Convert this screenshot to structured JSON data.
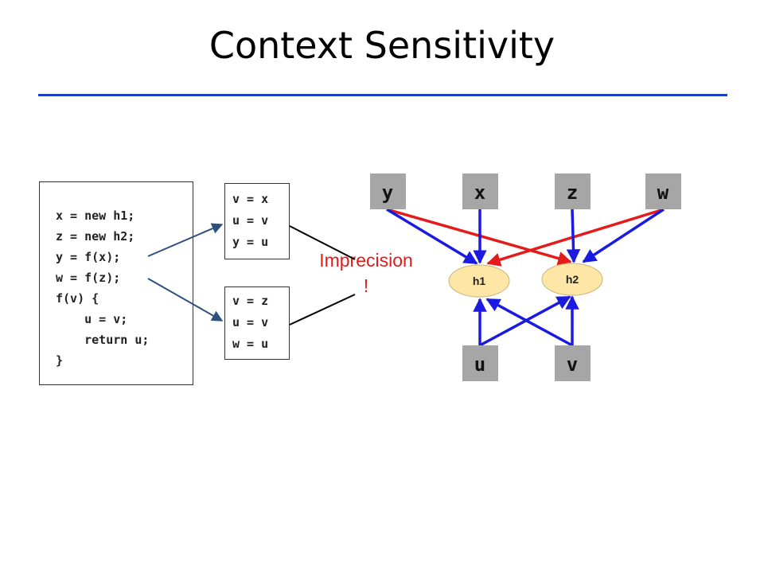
{
  "title": "Context Sensitivity",
  "colors": {
    "title_rule": "#1f3fbf",
    "red_edge": "#e31b1b",
    "blue_edge": "#1a1ae0",
    "arrow": "#2f4f7f",
    "node_fill": "#a6a6a6",
    "heap_fill": "#fde6a6"
  },
  "code": {
    "lines": [
      "x = new h1;",
      "z = new h2;",
      "y = f(x);",
      "w = f(z);",
      "f(v) {",
      "    u = v;",
      "    return u;",
      "}"
    ]
  },
  "contexts": [
    {
      "lines": [
        "v = x",
        "u = v",
        "y = u"
      ]
    },
    {
      "lines": [
        "v = z",
        "u = v",
        "w = u"
      ]
    }
  ],
  "annotation": {
    "line1": "Imprecision",
    "line2": "!"
  },
  "graph": {
    "top_nodes": [
      "y",
      "x",
      "z",
      "w"
    ],
    "heap_nodes": [
      "h1",
      "h2"
    ],
    "bottom_nodes": [
      "u",
      "v"
    ]
  }
}
